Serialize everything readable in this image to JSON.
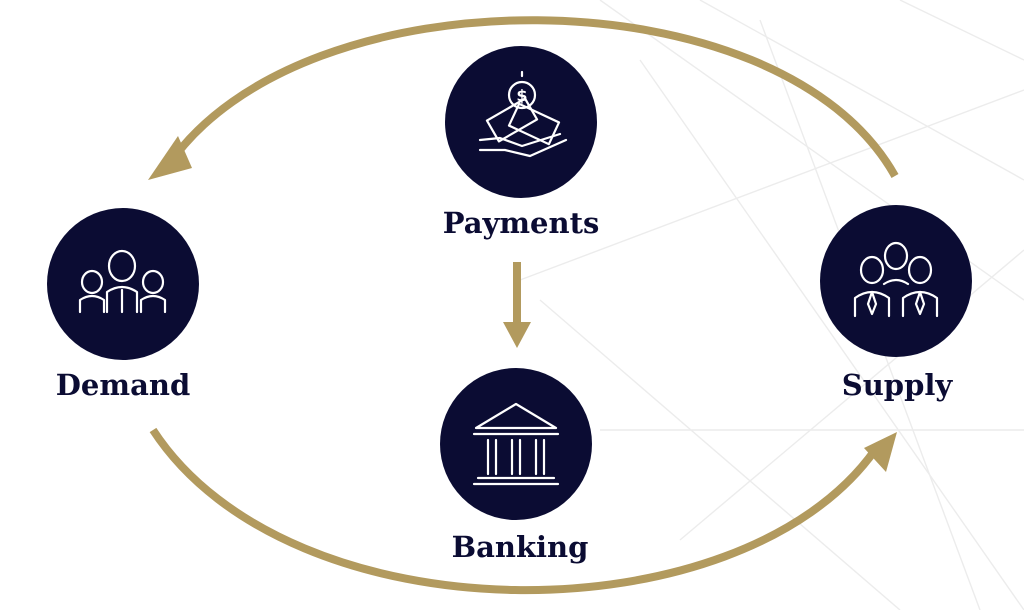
{
  "nodes": {
    "payments": {
      "label": "Payments",
      "icon": "money-hand-icon"
    },
    "demand": {
      "label": "Demand",
      "icon": "family-group-icon"
    },
    "supply": {
      "label": "Supply",
      "icon": "business-team-icon"
    },
    "banking": {
      "label": "Banking",
      "icon": "bank-building-icon"
    }
  },
  "edges": [
    {
      "from": "supply",
      "to": "demand",
      "style": "curved-arrow-top"
    },
    {
      "from": "payments",
      "to": "banking",
      "style": "straight-arrow-down"
    },
    {
      "from": "demand",
      "to": "supply",
      "style": "curved-arrow-bottom"
    }
  ],
  "colors": {
    "node_fill": "#0b0c33",
    "arrow": "#b29a5e",
    "label": "#0b0c33",
    "background": "#ffffff"
  }
}
